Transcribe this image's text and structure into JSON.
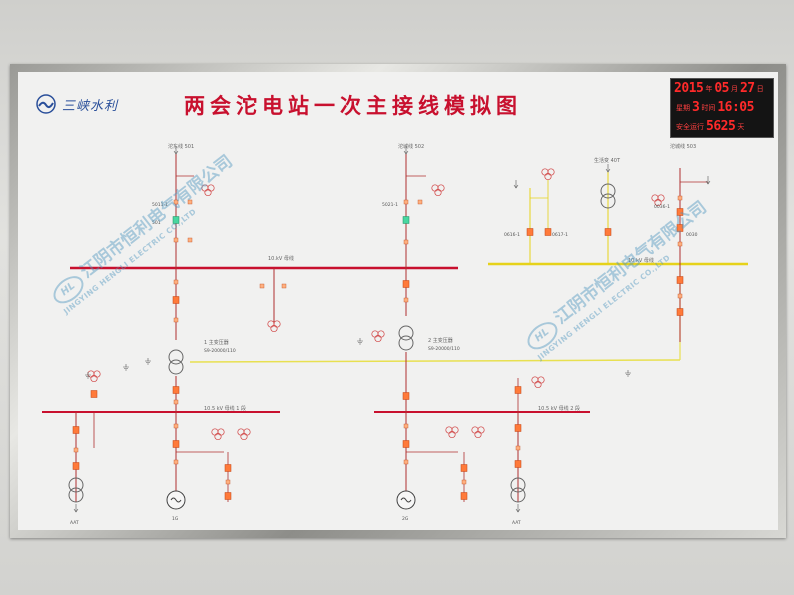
{
  "logo": {
    "text": "三峡水利",
    "icon": "wave-logo-icon"
  },
  "title": "两会沱电站一次主接线模拟图",
  "clock": {
    "year": "2015",
    "year_unit": "年",
    "month": "05",
    "month_unit": "月",
    "day": "27",
    "day_unit": "日",
    "weekday_label": "星期",
    "weekday": "3",
    "time_label": "时间",
    "time": "16:05",
    "safe_label": "安全运行",
    "safe_days": "5625",
    "safe_unit": "天"
  },
  "watermark": {
    "badge": "HL",
    "company": "江阴市恒利电气有限公司",
    "company_en": "JINGYING HENGLI ELECTRIC CO.,LTD"
  },
  "colors": {
    "bus_110kv": "#c8102e",
    "bus_10kv": "#e6d21a",
    "conn_bus": "#e8e050",
    "wire": "#b03030",
    "breaker_on": "#ff7a3a",
    "breaker_off": "#49d6a0",
    "board": "#f1f1f0",
    "title": "#c8102e",
    "clock_led": "#ff2a2a"
  }
}
